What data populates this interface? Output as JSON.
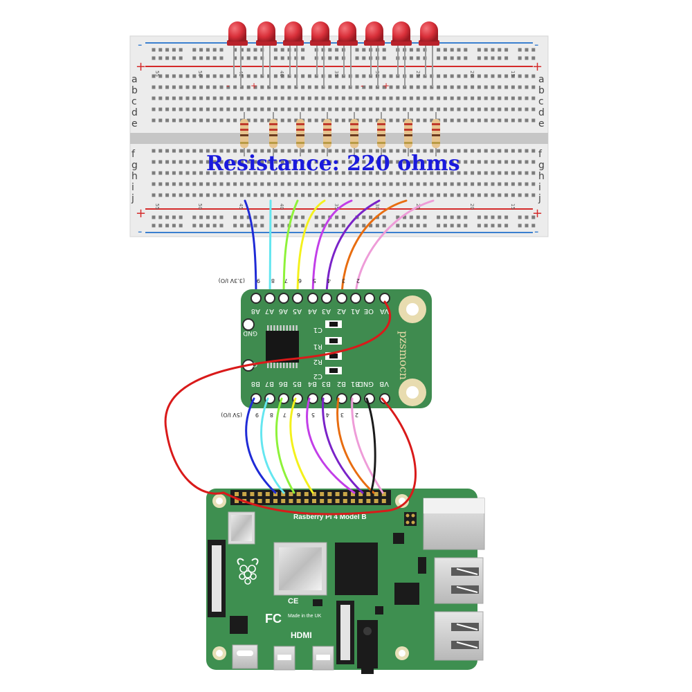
{
  "title": "Resistance: 220 ohms",
  "breadboard": {
    "row_letters_top": [
      "a",
      "b",
      "c",
      "d",
      "e"
    ],
    "row_letters_bottom": [
      "f",
      "g",
      "h",
      "i",
      "j"
    ],
    "column_numbers": [
      "55",
      "50",
      "45",
      "40",
      "35",
      "30",
      "25",
      "20",
      "15"
    ],
    "rail_plus": "+",
    "rail_minus": "-",
    "led_polarity_minus": "-",
    "led_polarity_plus": "+"
  },
  "shifter": {
    "brand": "pzsmocn",
    "top_voltage": "(3.3V I/O)",
    "bottom_voltage": "(5V I/O)",
    "top_pins": [
      "A8",
      "A7",
      "A6",
      "A5",
      "A4",
      "A3",
      "A2",
      "A1",
      "OE",
      "VA"
    ],
    "bottom_pins": [
      "B8",
      "B7",
      "B6",
      "B5",
      "B4",
      "B3",
      "B2",
      "B1",
      "GND",
      "VB"
    ],
    "gpio_labels": [
      "9",
      "8",
      "7",
      "6",
      "5",
      "4",
      "3",
      "2"
    ],
    "components": [
      "C1",
      "R1",
      "R2",
      "C2"
    ],
    "side_label": "GND"
  },
  "pi": {
    "model": "Rasberry Pi 4 Model B",
    "made_in": "Made in the UK",
    "fc": "FC",
    "ce": "CE",
    "hdmi": "HDMI"
  },
  "colors": {
    "wires": [
      "#1f2bd6",
      "#64e6f0",
      "#8ef23a",
      "#f4f11c",
      "#c23ee8",
      "#7a23c8",
      "#e86d10",
      "#ee9cd8"
    ],
    "vcc_wire": "#d91a1a",
    "gnd_wire": "#1a1a1a",
    "board_green": "#3f8b4f",
    "pi_green": "#3e8f50",
    "led": "#d9303a"
  }
}
